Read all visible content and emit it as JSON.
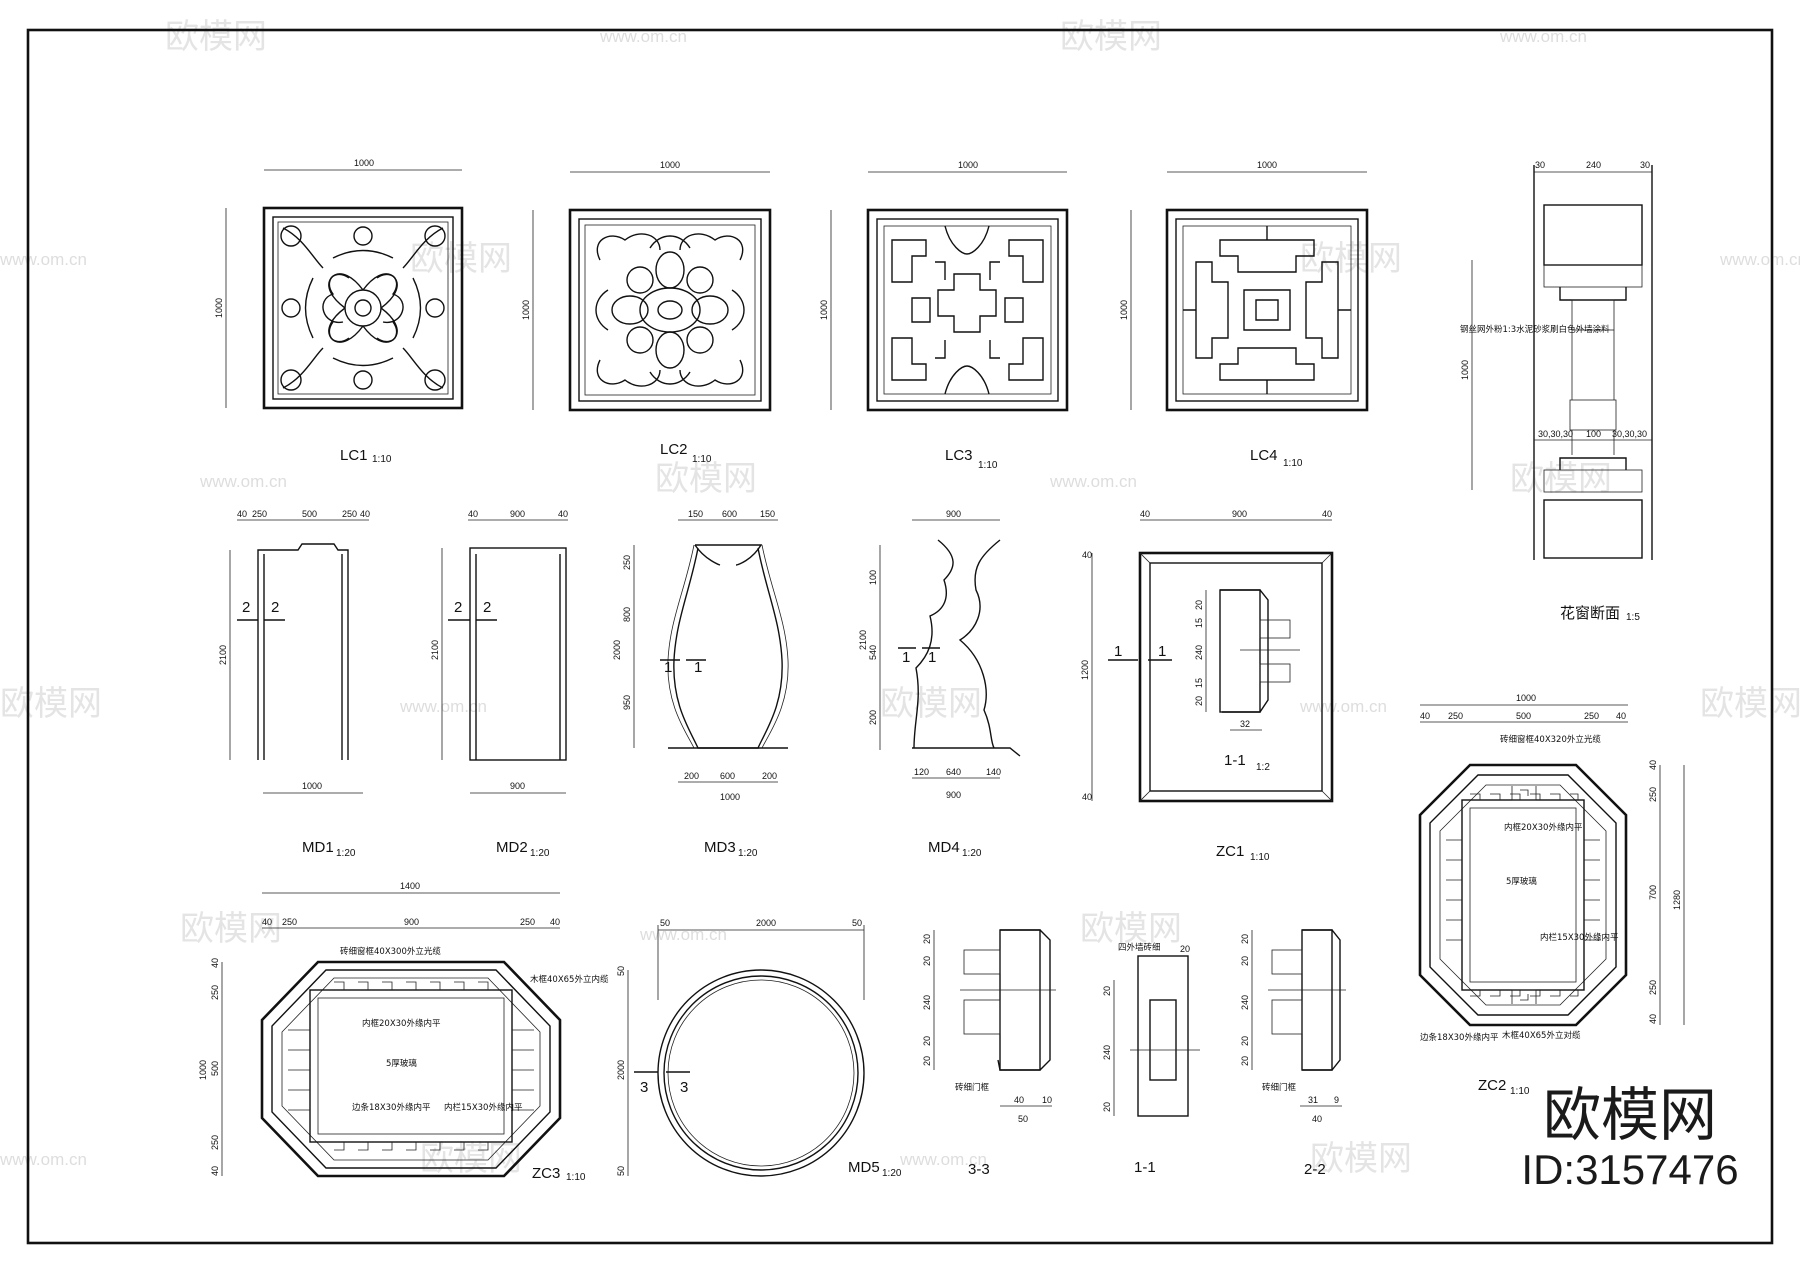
{
  "watermark": {
    "brand": "欧模网",
    "url": "www.om.cn",
    "id": "ID:3157476"
  },
  "windows": [
    {
      "name": "LC1",
      "scale": "1:10",
      "w": "1000",
      "h": "1000"
    },
    {
      "name": "LC2",
      "scale": "1:10",
      "w": "1000",
      "h": "1000"
    },
    {
      "name": "LC3",
      "scale": "1:10",
      "w": "1000",
      "h": "1000"
    },
    {
      "name": "LC4",
      "scale": "1:10",
      "w": "1000",
      "h": "1000"
    }
  ],
  "section": {
    "title": "花窗断面",
    "scale": "1:5",
    "top_dims": [
      "30",
      "240",
      "30"
    ],
    "mid_dims": [
      "30,30,30",
      "100",
      "30,30,30"
    ],
    "height": "1000",
    "note": "钢丝网外粉1:3水泥砂浆刷白色外墙涂料"
  },
  "doors": [
    {
      "name": "MD1",
      "scale": "1:20",
      "top": [
        "40",
        "250",
        "500",
        "250",
        "40"
      ],
      "bottom": "1000",
      "height": "2100",
      "cut": "2"
    },
    {
      "name": "MD2",
      "scale": "1:20",
      "top": [
        "40",
        "900",
        "40"
      ],
      "bottom": "900",
      "height": "2100",
      "cut": "2"
    },
    {
      "name": "MD3",
      "scale": "1:20",
      "top": [
        "150",
        "600",
        "150"
      ],
      "bottom": [
        "200",
        "600",
        "200"
      ],
      "bottom_total": "1000",
      "left": [
        "250",
        "800",
        "950"
      ],
      "height": "2000",
      "cut": "1"
    },
    {
      "name": "MD4",
      "scale": "1:20",
      "top": "900",
      "bottom": [
        "120",
        "640",
        "140"
      ],
      "bottom_total": "900",
      "left": [
        "100",
        "540",
        "200"
      ],
      "height": "2100",
      "cut": "1"
    }
  ],
  "zc1": {
    "name": "ZC1",
    "scale": "1:10",
    "top": [
      "40",
      "900",
      "40"
    ],
    "left": [
      "40",
      "1200",
      "40"
    ],
    "cut": "1",
    "detail": {
      "name": "1-1",
      "scale": "1:2",
      "dims": [
        "20",
        "15",
        "240",
        "15",
        "20"
      ],
      "bottom": "32"
    }
  },
  "zc2": {
    "name": "ZC2",
    "scale": "1:10",
    "top_total": "1000",
    "top": [
      "40",
      "250",
      "500",
      "250",
      "40"
    ],
    "right": [
      "40",
      "250",
      "700",
      "250",
      "40"
    ],
    "right_total": "1280",
    "notes": [
      "砖细窗框40X320外立光缆",
      "内框20X30外缘内平",
      "5厚玻璃",
      "内栏15X30外缘内平",
      "边条18X30外缘内平",
      "木框40X65外立对缆"
    ]
  },
  "zc3": {
    "name": "ZC3",
    "scale": "1:10",
    "top_total": "1400",
    "top": [
      "40",
      "250",
      "900",
      "250",
      "40"
    ],
    "left": [
      "40",
      "250",
      "500",
      "250",
      "40"
    ],
    "left_total": "1000",
    "notes": [
      "砖细窗框40X300外立光缆",
      "木框40X65外立内缆",
      "内框20X30外缘内平",
      "5厚玻璃",
      "边条18X30外缘内平",
      "内栏15X30外缘内平"
    ]
  },
  "md5": {
    "name": "MD5",
    "scale": "1:20",
    "top": [
      "50",
      "2000",
      "50"
    ],
    "left": [
      "50",
      "2000",
      "50"
    ],
    "cut": "3"
  },
  "sections_small": [
    {
      "name": "3-3",
      "dims": [
        "20",
        "20",
        "240",
        "20",
        "20"
      ],
      "bottom": [
        "40",
        "10"
      ],
      "bottom_total": "50",
      "note": "砖细门框"
    },
    {
      "name": "1-1",
      "dims": [
        "20",
        "240",
        "20"
      ],
      "note": "四外墙砖细",
      "top": "20"
    },
    {
      "name": "2-2",
      "dims": [
        "20",
        "20",
        "240",
        "20",
        "20"
      ],
      "bottom": [
        "31",
        "9"
      ],
      "bottom_total": "40",
      "note": "砖细门框"
    }
  ]
}
